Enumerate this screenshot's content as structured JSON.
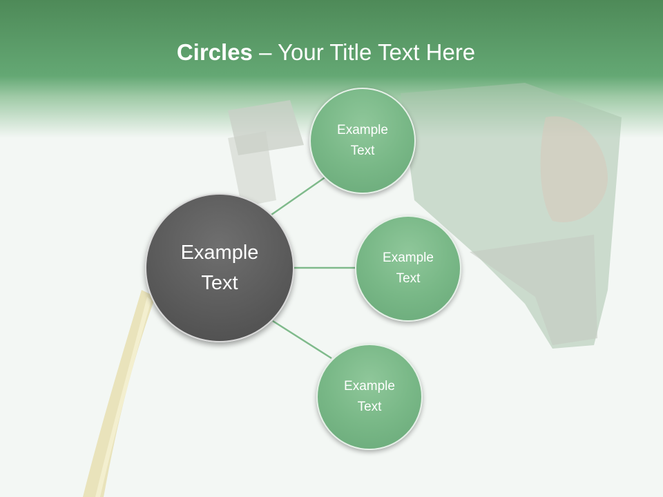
{
  "slide": {
    "title_bold": "Circles",
    "title_rest": " – Your Title Text Here"
  },
  "hub": {
    "line1": "Example",
    "line2": "Text"
  },
  "nodes": [
    {
      "line1": "Example",
      "line2": "Text"
    },
    {
      "line1": "Example",
      "line2": "Text"
    },
    {
      "line1": "Example",
      "line2": "Text"
    }
  ],
  "colors": {
    "header_green": "#64a874",
    "node_green": "#79b887",
    "hub_gray": "#5b5b5b",
    "connector": "#7fba8b"
  }
}
